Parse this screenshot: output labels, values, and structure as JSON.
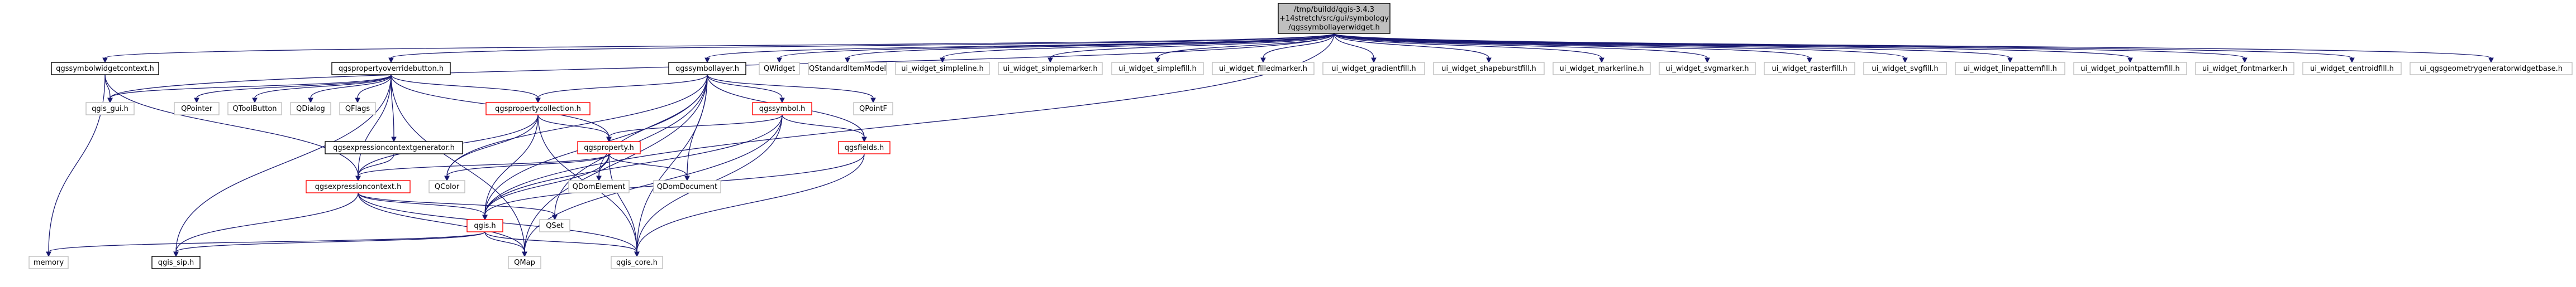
{
  "diagram": {
    "colors": {
      "root_fill": "#bfbfbf",
      "root_border": "#000000",
      "documented_border": "#000000",
      "red_border": "#ff0000",
      "grey_border": "#bfbfbf",
      "edge": "#191970"
    },
    "nodes": [
      {
        "id": "root",
        "lines": [
          "/tmp/buildd/qgis-3.4.3",
          "+14stretch/src/gui/symbology",
          "/qgssymbollayerwidget.h"
        ],
        "style": "root"
      },
      {
        "id": "qgssymbolwidgetcontext",
        "lines": [
          "qgssymbolwidgetcontext.h"
        ],
        "style": "black"
      },
      {
        "id": "qgspropertyoverridebutton",
        "lines": [
          "qgspropertyoverridebutton.h"
        ],
        "style": "black"
      },
      {
        "id": "qgssymbollayer",
        "lines": [
          "qgssymbollayer.h"
        ],
        "style": "black"
      },
      {
        "id": "qwidget",
        "lines": [
          "QWidget"
        ],
        "style": "grey"
      },
      {
        "id": "qstandarditemmodel",
        "lines": [
          "QStandardItemModel"
        ],
        "style": "grey"
      },
      {
        "id": "ui_simpleline",
        "lines": [
          "ui_widget_simpleline.h"
        ],
        "style": "grey"
      },
      {
        "id": "ui_simplemarker",
        "lines": [
          "ui_widget_simplemarker.h"
        ],
        "style": "grey"
      },
      {
        "id": "ui_simplefill",
        "lines": [
          "ui_widget_simplefill.h"
        ],
        "style": "grey"
      },
      {
        "id": "ui_filledmarker",
        "lines": [
          "ui_widget_filledmarker.h"
        ],
        "style": "grey"
      },
      {
        "id": "ui_gradientfill",
        "lines": [
          "ui_widget_gradientfill.h"
        ],
        "style": "grey"
      },
      {
        "id": "ui_shapeburstfill",
        "lines": [
          "ui_widget_shapeburstfill.h"
        ],
        "style": "grey"
      },
      {
        "id": "ui_markerline",
        "lines": [
          "ui_widget_markerline.h"
        ],
        "style": "grey"
      },
      {
        "id": "ui_svgmarker",
        "lines": [
          "ui_widget_svgmarker.h"
        ],
        "style": "grey"
      },
      {
        "id": "ui_rasterfill",
        "lines": [
          "ui_widget_rasterfill.h"
        ],
        "style": "grey"
      },
      {
        "id": "ui_svgfill",
        "lines": [
          "ui_widget_svgfill.h"
        ],
        "style": "grey"
      },
      {
        "id": "ui_linepatternfill",
        "lines": [
          "ui_widget_linepatternfill.h"
        ],
        "style": "grey"
      },
      {
        "id": "ui_pointpatternfill",
        "lines": [
          "ui_widget_pointpatternfill.h"
        ],
        "style": "grey"
      },
      {
        "id": "ui_fontmarker",
        "lines": [
          "ui_widget_fontmarker.h"
        ],
        "style": "grey"
      },
      {
        "id": "ui_centroidfill",
        "lines": [
          "ui_widget_centroidfill.h"
        ],
        "style": "grey"
      },
      {
        "id": "ui_geomgen",
        "lines": [
          "ui_qgsgeometrygeneratorwidgetbase.h"
        ],
        "style": "grey"
      },
      {
        "id": "qgis_gui",
        "lines": [
          "qgis_gui.h"
        ],
        "style": "grey"
      },
      {
        "id": "qpointer",
        "lines": [
          "QPointer"
        ],
        "style": "grey"
      },
      {
        "id": "qtoolbutton",
        "lines": [
          "QToolButton"
        ],
        "style": "grey"
      },
      {
        "id": "qdialog",
        "lines": [
          "QDialog"
        ],
        "style": "grey"
      },
      {
        "id": "qflags",
        "lines": [
          "QFlags"
        ],
        "style": "grey"
      },
      {
        "id": "qgspropertycollection",
        "lines": [
          "qgspropertycollection.h"
        ],
        "style": "red"
      },
      {
        "id": "qgssymbol",
        "lines": [
          "qgssymbol.h"
        ],
        "style": "red"
      },
      {
        "id": "qpointf",
        "lines": [
          "QPointF"
        ],
        "style": "grey"
      },
      {
        "id": "qgsfields",
        "lines": [
          "qgsfields.h"
        ],
        "style": "red"
      },
      {
        "id": "qgsproperty",
        "lines": [
          "qgsproperty.h"
        ],
        "style": "red"
      },
      {
        "id": "qgsexpressioncontextgenerator",
        "lines": [
          "qgsexpressioncontextgenerator.h"
        ],
        "style": "black"
      },
      {
        "id": "qcolor",
        "lines": [
          "QColor"
        ],
        "style": "grey"
      },
      {
        "id": "qdomelement",
        "lines": [
          "QDomElement"
        ],
        "style": "grey"
      },
      {
        "id": "qdomdocument",
        "lines": [
          "QDomDocument"
        ],
        "style": "grey"
      },
      {
        "id": "qgsexpressioncontext",
        "lines": [
          "qgsexpressioncontext.h"
        ],
        "style": "red"
      },
      {
        "id": "qset",
        "lines": [
          "QSet"
        ],
        "style": "grey"
      },
      {
        "id": "qgis",
        "lines": [
          "qgis.h"
        ],
        "style": "red"
      },
      {
        "id": "memory",
        "lines": [
          "memory"
        ],
        "style": "grey"
      },
      {
        "id": "qgis_sip",
        "lines": [
          "qgis_sip.h"
        ],
        "style": "black"
      },
      {
        "id": "qmap",
        "lines": [
          "QMap"
        ],
        "style": "grey"
      },
      {
        "id": "qgis_core",
        "lines": [
          "qgis_core.h"
        ],
        "style": "grey"
      }
    ],
    "edges": [
      [
        "root",
        "qgssymbolwidgetcontext"
      ],
      [
        "root",
        "qgspropertyoverridebutton"
      ],
      [
        "root",
        "qgssymbollayer"
      ],
      [
        "root",
        "qwidget"
      ],
      [
        "root",
        "qstandarditemmodel"
      ],
      [
        "root",
        "ui_simpleline"
      ],
      [
        "root",
        "ui_simplemarker"
      ],
      [
        "root",
        "ui_simplefill"
      ],
      [
        "root",
        "ui_filledmarker"
      ],
      [
        "root",
        "ui_gradientfill"
      ],
      [
        "root",
        "ui_shapeburstfill"
      ],
      [
        "root",
        "ui_markerline"
      ],
      [
        "root",
        "ui_svgmarker"
      ],
      [
        "root",
        "ui_rasterfill"
      ],
      [
        "root",
        "ui_svgfill"
      ],
      [
        "root",
        "ui_linepatternfill"
      ],
      [
        "root",
        "ui_pointpatternfill"
      ],
      [
        "root",
        "ui_fontmarker"
      ],
      [
        "root",
        "ui_centroidfill"
      ],
      [
        "root",
        "ui_geomgen"
      ],
      [
        "root",
        "qgis_gui"
      ],
      [
        "root",
        "qgis"
      ],
      [
        "qgssymbolwidgetcontext",
        "qgis_gui"
      ],
      [
        "qgssymbolwidgetcontext",
        "memory"
      ],
      [
        "qgssymbolwidgetcontext",
        "qgsexpressioncontext"
      ],
      [
        "qgspropertyoverridebutton",
        "qgis_gui"
      ],
      [
        "qgspropertyoverridebutton",
        "qpointer"
      ],
      [
        "qgspropertyoverridebutton",
        "qtoolbutton"
      ],
      [
        "qgspropertyoverridebutton",
        "qdialog"
      ],
      [
        "qgspropertyoverridebutton",
        "qflags"
      ],
      [
        "qgspropertyoverridebutton",
        "qgspropertycollection"
      ],
      [
        "qgspropertyoverridebutton",
        "qgsproperty"
      ],
      [
        "qgspropertyoverridebutton",
        "qgsexpressioncontextgenerator"
      ],
      [
        "qgspropertyoverridebutton",
        "qgsexpressioncontext"
      ],
      [
        "qgspropertyoverridebutton",
        "qgis_sip"
      ],
      [
        "qgspropertyoverridebutton",
        "qmap"
      ],
      [
        "qgssymbollayer",
        "qgspropertycollection"
      ],
      [
        "qgssymbollayer",
        "qgssymbol"
      ],
      [
        "qgssymbollayer",
        "qpointf"
      ],
      [
        "qgssymbollayer",
        "qgsfields"
      ],
      [
        "qgssymbollayer",
        "qcolor"
      ],
      [
        "qgssymbollayer",
        "qdomelement"
      ],
      [
        "qgssymbollayer",
        "qdomdocument"
      ],
      [
        "qgssymbollayer",
        "qset"
      ],
      [
        "qgssymbollayer",
        "qgis"
      ],
      [
        "qgssymbollayer",
        "qmap"
      ],
      [
        "qgssymbollayer",
        "qgis_core"
      ],
      [
        "qgspropertycollection",
        "qgsproperty"
      ],
      [
        "qgspropertycollection",
        "qgsexpressioncontext"
      ],
      [
        "qgspropertycollection",
        "qcolor"
      ],
      [
        "qgspropertycollection",
        "qgis"
      ],
      [
        "qgspropertycollection",
        "qgis_core"
      ],
      [
        "qgssymbol",
        "qgsproperty"
      ],
      [
        "qgssymbol",
        "qgsfields"
      ],
      [
        "qgssymbol",
        "qgis"
      ],
      [
        "qgssymbol",
        "qmap"
      ],
      [
        "qgssymbol",
        "qgis_core"
      ],
      [
        "qgsfields",
        "qgis"
      ],
      [
        "qgsfields",
        "qgis_core"
      ],
      [
        "qgsproperty",
        "qgsexpressioncontext"
      ],
      [
        "qgsproperty",
        "qcolor"
      ],
      [
        "qgsproperty",
        "qdomelement"
      ],
      [
        "qgsproperty",
        "qdomdocument"
      ],
      [
        "qgsproperty",
        "qgis"
      ],
      [
        "qgsproperty",
        "qgis_core"
      ],
      [
        "qgsexpressioncontextgenerator",
        "qgsexpressioncontext"
      ],
      [
        "qgsexpressioncontext",
        "qset"
      ],
      [
        "qgsexpressioncontext",
        "qgis"
      ],
      [
        "qgsexpressioncontext",
        "qgis_sip"
      ],
      [
        "qgsexpressioncontext",
        "qmap"
      ],
      [
        "qgsexpressioncontext",
        "qgis_core"
      ],
      [
        "qgis",
        "memory"
      ],
      [
        "qgis",
        "qgis_sip"
      ],
      [
        "qgis",
        "qmap"
      ],
      [
        "qgis",
        "qgis_core"
      ]
    ]
  }
}
